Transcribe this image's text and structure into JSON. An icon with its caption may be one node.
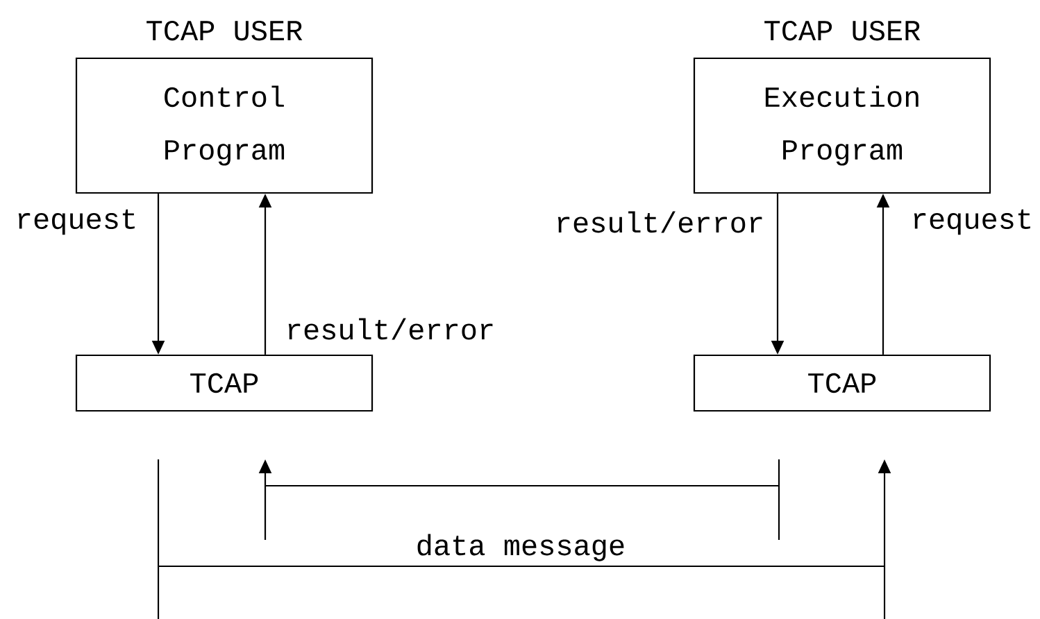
{
  "diagram": {
    "nodes": [
      {
        "text": [
          "TCAP USER",
          "Control Program"
        ]
      },
      {
        "text": [
          "TCAP"
        ]
      },
      {
        "text": [
          "TCAP USER",
          "Execution Program"
        ]
      },
      {
        "text": [
          "TCAP"
        ]
      }
    ],
    "edges": [
      {
        "from": 0,
        "to": 1,
        "arrow": "to",
        "label": "request"
      },
      {
        "from": 1,
        "to": 0,
        "arrow": "to",
        "label": "result/error"
      },
      {
        "from": 2,
        "to": 3,
        "arrow": "to",
        "label": "result/error"
      },
      {
        "from": 3,
        "to": 2,
        "arrow": "to",
        "label": "request"
      }
    ],
    "labels": [
      "data message"
    ]
  }
}
